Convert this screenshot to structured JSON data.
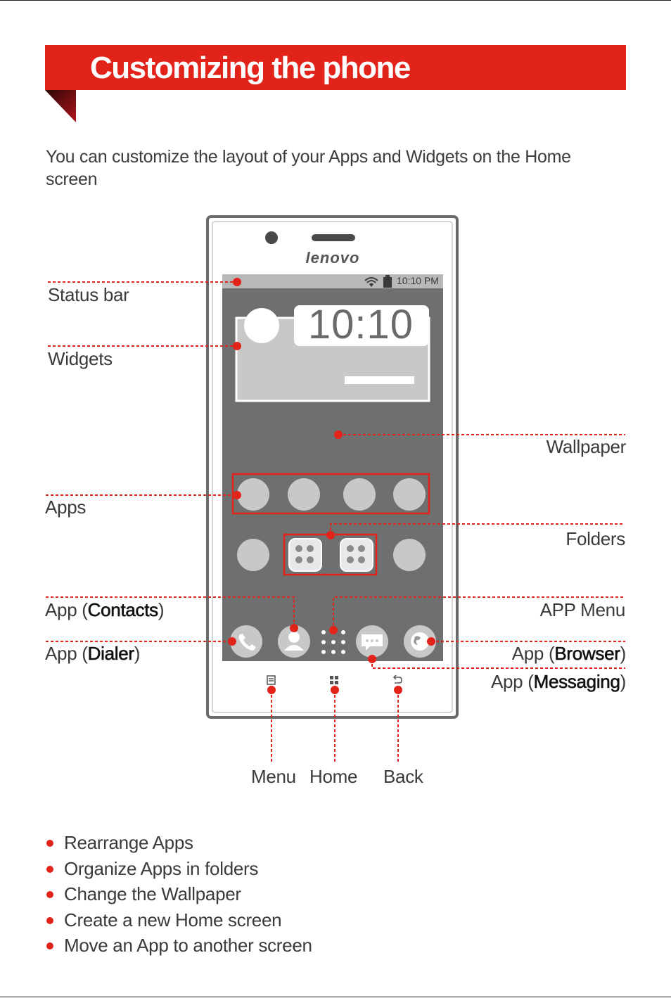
{
  "header": {
    "title": "Customizing the phone"
  },
  "intro": "You can customize the layout of your Apps and Widgets on the Home screen",
  "phone": {
    "brand": "lenovo",
    "status_time": "10:10 PM",
    "widget_clock": "10:10"
  },
  "callouts": {
    "status_bar": "Status bar",
    "widgets": "Widgets",
    "wallpaper": "Wallpaper",
    "apps": "Apps",
    "folders": "Folders",
    "app_menu": "APP Menu",
    "contacts_prefix": "App (",
    "contacts_name": "Contacts",
    "dialer_prefix": "App (",
    "dialer_name": "Dialer",
    "browser_prefix": "App (",
    "browser_name": "Browser",
    "messaging_prefix": "App (",
    "messaging_name": "Messaging",
    "close_paren": ")",
    "menu": "Menu",
    "home": "Home",
    "back": "Back"
  },
  "bullets": [
    "Rearrange Apps",
    "Organize Apps in folders",
    "Change the Wallpaper",
    "Create a new Home screen",
    "Move an App to another screen"
  ],
  "colors": {
    "accent": "#e2231a",
    "screen": "#6e706f",
    "status_bar": "#b8b8b8"
  }
}
